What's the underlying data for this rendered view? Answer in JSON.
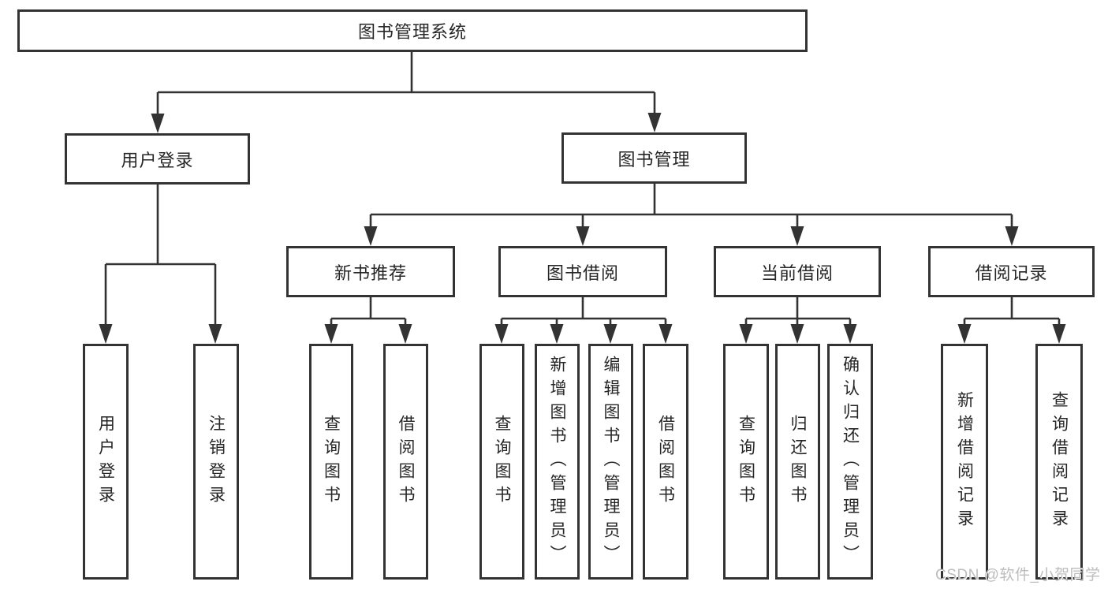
{
  "diagram": {
    "root": {
      "label": "图书管理系统"
    },
    "branches": [
      {
        "label": "用户登录",
        "children": [
          {
            "label": "用户登录"
          },
          {
            "label": "注销登录"
          }
        ]
      },
      {
        "label": "图书管理",
        "children": [
          {
            "label": "新书推荐",
            "children": [
              {
                "label": "查询图书"
              },
              {
                "label": "借阅图书"
              }
            ]
          },
          {
            "label": "图书借阅",
            "children": [
              {
                "label": "查询图书"
              },
              {
                "label": "新增图书（管理员）"
              },
              {
                "label": "编辑图书（管理员）"
              },
              {
                "label": "借阅图书"
              }
            ]
          },
          {
            "label": "当前借阅",
            "children": [
              {
                "label": "查询图书"
              },
              {
                "label": "归还图书"
              },
              {
                "label": "确认归还（管理员）"
              }
            ]
          },
          {
            "label": "借阅记录",
            "children": [
              {
                "label": "新增借阅记录"
              },
              {
                "label": "查询借阅记录"
              }
            ]
          }
        ]
      }
    ]
  },
  "watermark": {
    "text": "CSDN @软件_小贺同学"
  },
  "colors": {
    "line": "#333333",
    "border": "#333333",
    "text": "#262626",
    "watermark": "#bdbdbd",
    "background": "#ffffff"
  }
}
